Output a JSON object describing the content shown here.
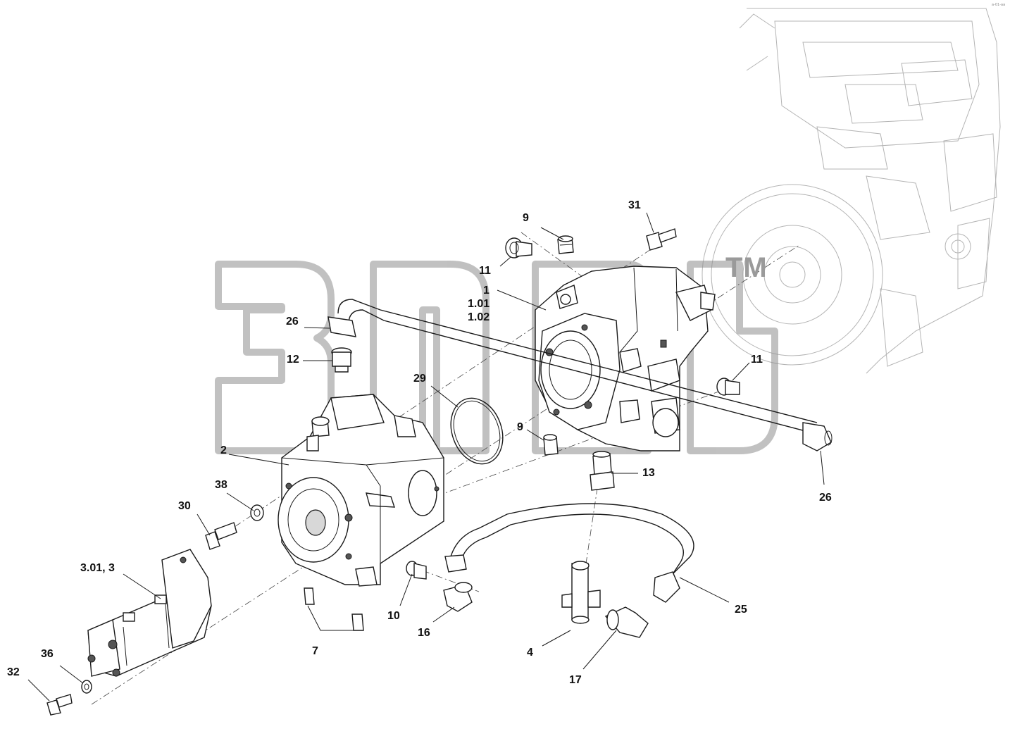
{
  "watermark": {
    "trademark": "TM"
  },
  "corner_code": "a-01-aa",
  "callouts": [
    {
      "key": "c9a",
      "label": "9"
    },
    {
      "key": "c31",
      "label": "31"
    },
    {
      "key": "c11a",
      "label": "11"
    },
    {
      "key": "c1",
      "label": "1"
    },
    {
      "key": "c101",
      "label": "1.01"
    },
    {
      "key": "c102",
      "label": "1.02"
    },
    {
      "key": "c26a",
      "label": "26"
    },
    {
      "key": "c12",
      "label": "12"
    },
    {
      "key": "c29",
      "label": "29"
    },
    {
      "key": "c11b",
      "label": "11"
    },
    {
      "key": "c2",
      "label": "2"
    },
    {
      "key": "c9b",
      "label": "9"
    },
    {
      "key": "c13",
      "label": "13"
    },
    {
      "key": "c38",
      "label": "38"
    },
    {
      "key": "c30",
      "label": "30"
    },
    {
      "key": "c26b",
      "label": "26"
    },
    {
      "key": "c3",
      "label": "3.01, 3"
    },
    {
      "key": "c10",
      "label": "10"
    },
    {
      "key": "c16",
      "label": "16"
    },
    {
      "key": "c25",
      "label": "25"
    },
    {
      "key": "c7",
      "label": "7"
    },
    {
      "key": "c4",
      "label": "4"
    },
    {
      "key": "c36",
      "label": "36"
    },
    {
      "key": "c32",
      "label": "32"
    },
    {
      "key": "c17",
      "label": "17"
    }
  ]
}
